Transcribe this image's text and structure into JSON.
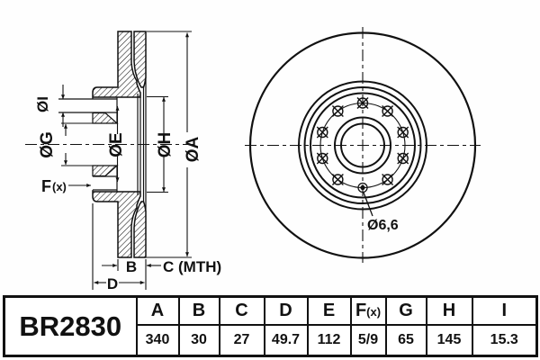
{
  "part_number": "BR2830",
  "drawing": {
    "section_labels": {
      "dia_i": "ØI",
      "dia_g": "ØG",
      "dia_e": "ØE",
      "dia_h": "ØH",
      "dia_a": "ØA",
      "f_main": "F",
      "f_sub": "(x)",
      "b": "B",
      "c": "C (MTH)",
      "d": "D"
    },
    "front_labels": {
      "pilot_hole": "Ø6,6"
    }
  },
  "table": {
    "f_header": {
      "main": "F",
      "sub": "(x)"
    },
    "columns": [
      {
        "label": "A",
        "value": "340"
      },
      {
        "label": "B",
        "value": "30"
      },
      {
        "label": "C",
        "value": "27"
      },
      {
        "label": "D",
        "value": "49.7"
      },
      {
        "label": "E",
        "value": "112"
      },
      {
        "label": "F(x)",
        "value": "5/9"
      },
      {
        "label": "G",
        "value": "65"
      },
      {
        "label": "H",
        "value": "145"
      },
      {
        "label": "I",
        "value": "15.3"
      }
    ]
  },
  "colors": {
    "line": "#111111",
    "background": "#fefefe"
  }
}
